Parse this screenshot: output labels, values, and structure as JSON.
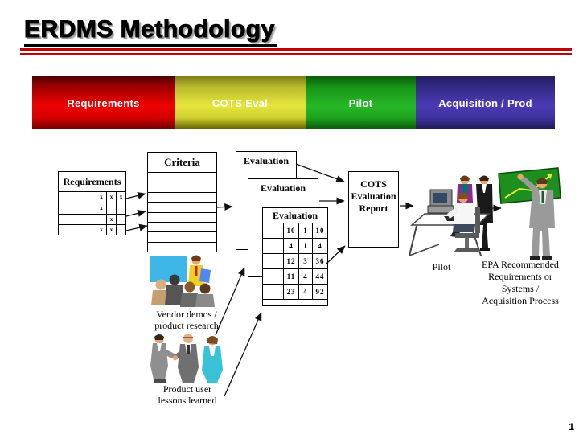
{
  "slide": {
    "title": "ERDMS Methodology",
    "page_number": "1",
    "accent_rule_color": "#c40000"
  },
  "banner": {
    "text_color": "#ffffff",
    "segments": [
      {
        "label": "Requirements",
        "color": "#ee0202"
      },
      {
        "label": "COTS Eval",
        "color": "#e6e63e"
      },
      {
        "label": "Pilot",
        "color": "#27b827"
      },
      {
        "label": "Acquisition / Prod",
        "color": "#493bb4"
      }
    ]
  },
  "diagram": {
    "requirements_table": {
      "title": "Requirements",
      "marks": [
        [
          "x",
          "x",
          "x"
        ],
        [
          "x",
          "",
          ""
        ],
        [
          "",
          "x",
          ""
        ],
        [
          "x",
          "x",
          ""
        ]
      ]
    },
    "criteria_box": {
      "title": "Criteria"
    },
    "evaluation": {
      "back_label": "Evaluation",
      "middle_label": "Evaluation",
      "front_label": "Evaluation",
      "front_table_rows": [
        [
          "10",
          "1",
          "10"
        ],
        [
          "4",
          "1",
          "4"
        ],
        [
          "12",
          "3",
          "36"
        ],
        [
          "11",
          "4",
          "44"
        ],
        [
          "23",
          "4",
          "92"
        ]
      ]
    },
    "cots_report": {
      "line1": "COTS",
      "line2": "Evaluation",
      "line3": "Report"
    },
    "labels": {
      "vendor_line1": "Vendor demos /",
      "vendor_line2": "product research",
      "product_line1": "Product user",
      "product_line2": "lessons learned",
      "pilot": "Pilot",
      "epa_line1": "EPA Recommended",
      "epa_line2": "Requirements or",
      "epa_line3": "Systems /",
      "epa_line4": "Acquisition Process"
    },
    "cliparts": {
      "pilot_scene": "people-at-computer-icon",
      "presenter_scene": "presenter-green-chart-icon",
      "vendor_scene": "meeting-presentation-icon",
      "product_user_scene": "handshake-people-icon"
    }
  }
}
